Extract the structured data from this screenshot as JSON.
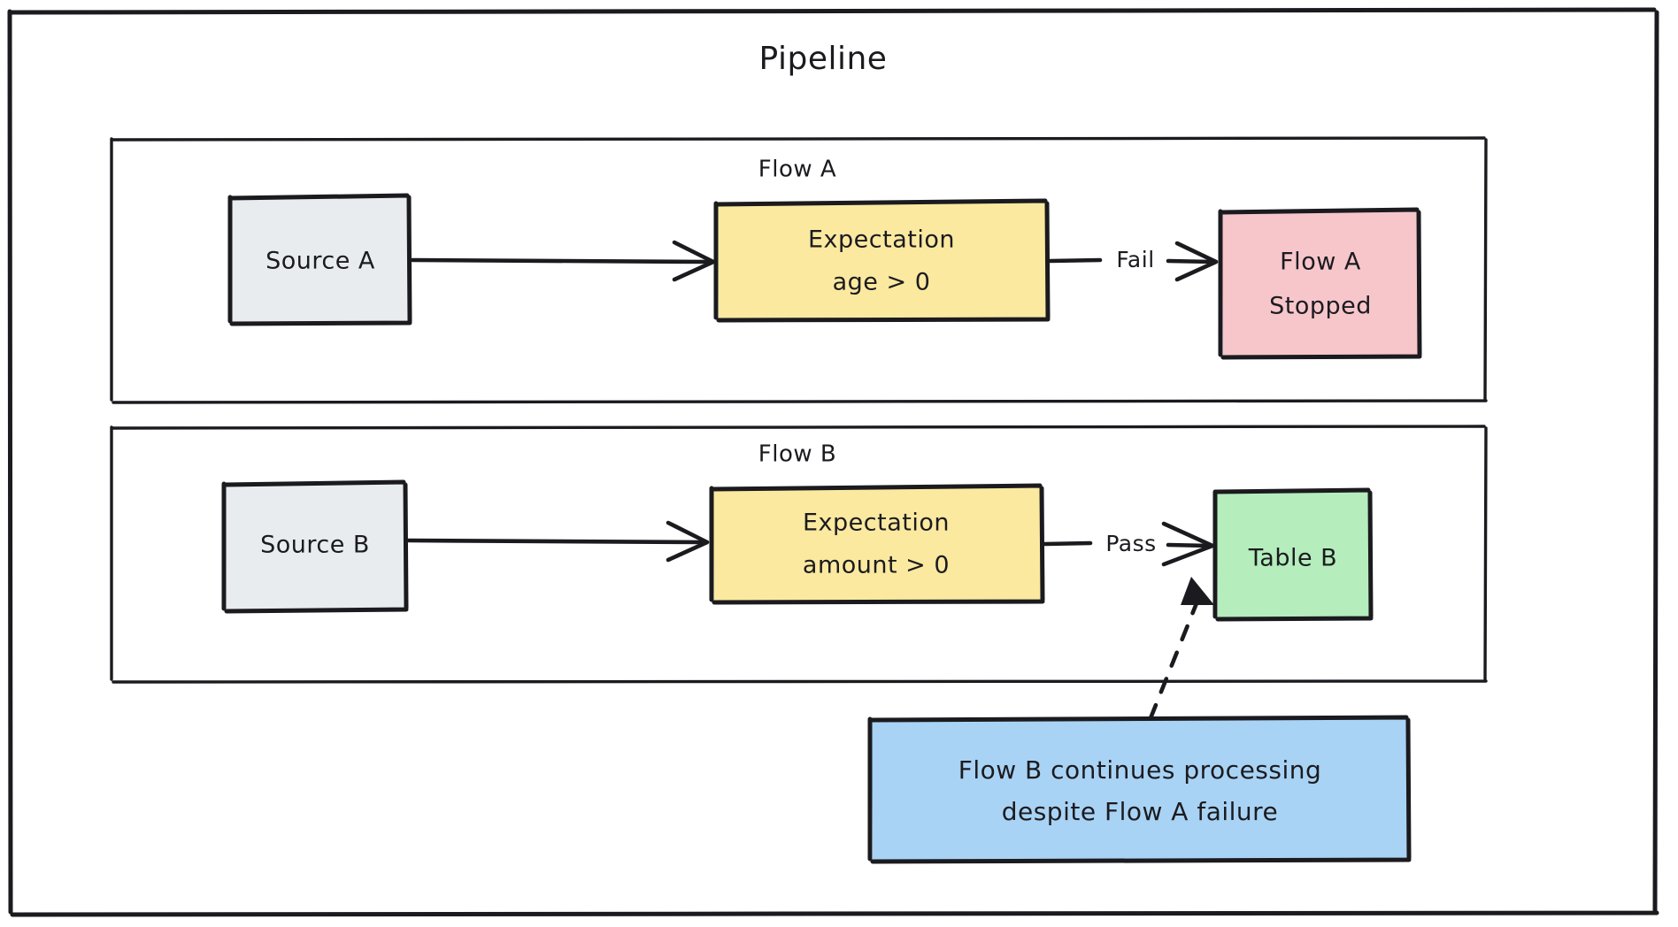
{
  "diagram": {
    "title": "Pipeline",
    "groups": [
      {
        "id": "flow-a",
        "label": "Flow A"
      },
      {
        "id": "flow-b",
        "label": "Flow B"
      }
    ],
    "nodes": {
      "source_a": {
        "label": "Source A",
        "color": "#e8ecef"
      },
      "expect_a_l1": {
        "label": "Expectation",
        "color": "#fbe9a0"
      },
      "expect_a_l2": {
        "label": "age > 0"
      },
      "stopped_l1": {
        "label": "Flow A",
        "color": "#f6c6cb"
      },
      "stopped_l2": {
        "label": "Stopped"
      },
      "source_b": {
        "label": "Source B",
        "color": "#e8ecef"
      },
      "expect_b_l1": {
        "label": "Expectation",
        "color": "#fbe9a0"
      },
      "expect_b_l2": {
        "label": "amount > 0"
      },
      "table_b": {
        "label": "Table B",
        "color": "#b5edbd"
      },
      "note_l1": {
        "label": "Flow B continues processing",
        "color": "#a9d3f5"
      },
      "note_l2": {
        "label": "despite Flow A failure"
      }
    },
    "edges": {
      "fail_label": "Fail",
      "pass_label": "Pass"
    },
    "colors": {
      "stroke": "#1b1b1f",
      "background": "#ffffff",
      "source": "#e8ecef",
      "expectation": "#fbe9a0",
      "failure": "#f6c6cb",
      "success": "#b5edbd",
      "note": "#a9d3f5"
    }
  }
}
